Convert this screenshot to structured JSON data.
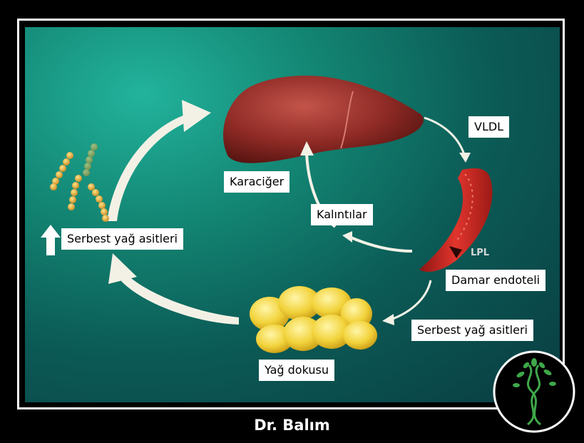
{
  "labels": {
    "liver": "Karaciğer",
    "vldl": "VLDL",
    "remnants": "Kalıntılar",
    "free_fatty_acids_left": "Serbest yağ asitleri",
    "vessel_endothelium": "Damar endoteli",
    "free_fatty_acids_right": "Serbest yağ asitleri",
    "adipose_tissue": "Yağ dokusu",
    "lpl": "LPL"
  },
  "caption": "Dr. Balım",
  "colors": {
    "background": "#000000",
    "panel": "#138573",
    "liver": "#8e2a25",
    "vessel": "#c4221e",
    "fat": "#f2d23a",
    "arrow": "#f3f1e6"
  },
  "icons": [
    "up-arrow-icon",
    "dna-tree-logo-icon"
  ]
}
